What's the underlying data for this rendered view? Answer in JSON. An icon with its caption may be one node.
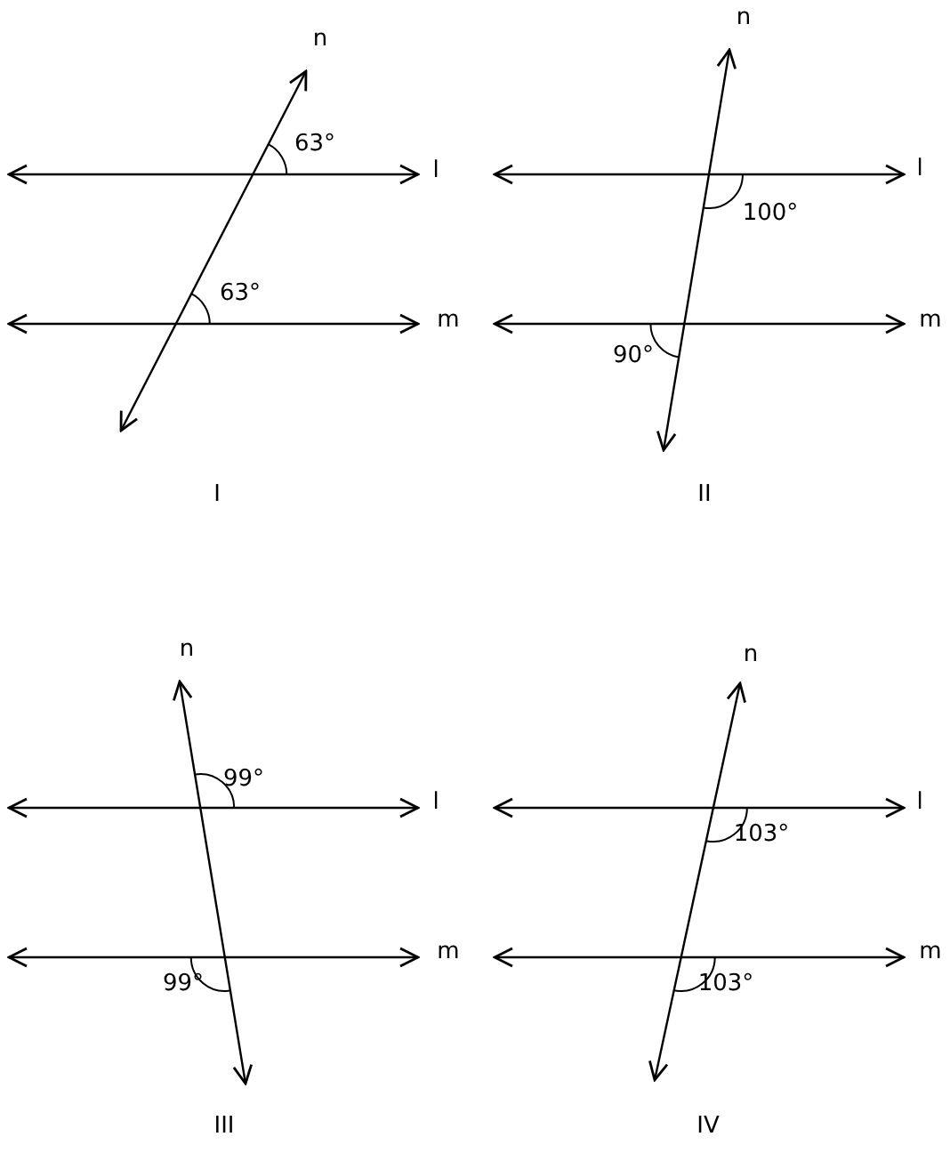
{
  "diagram": {
    "labels": [
      "n",
      "63°",
      "l",
      "63°",
      "m",
      "I",
      "n",
      "l",
      "100°",
      "m",
      "90°",
      "II",
      "n",
      "99°",
      "l",
      "99°",
      "m",
      "III",
      "n",
      "l",
      "103°",
      "m",
      "103°",
      "IV"
    ]
  }
}
